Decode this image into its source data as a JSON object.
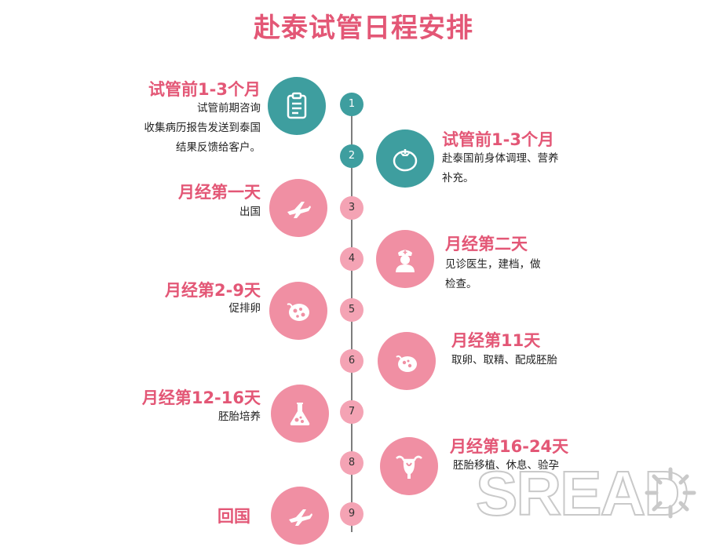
{
  "title": "赴泰试管日程安排",
  "colors": {
    "teal": "#3e9e9f",
    "pink": "#f08fa3",
    "accent": "#e35776",
    "node_teal": "#3e9e9f",
    "node_pink": "#f4a3b4"
  },
  "nodes": [
    "1",
    "2",
    "3",
    "4",
    "5",
    "6",
    "7",
    "8",
    "9"
  ],
  "steps": [
    {
      "heading": "试管前1-3个月",
      "lines": [
        "试管前期咨询",
        "收集病历报告发送到泰国",
        "结果反馈给客户。"
      ],
      "icon": "clipboard-icon"
    },
    {
      "heading": "试管前1-3个月",
      "lines": [
        "赴泰国前身体调理、营养",
        "补充。"
      ],
      "icon": "tomato-icon"
    },
    {
      "heading": "月经第一天",
      "lines": [
        "出国"
      ],
      "icon": "airplane-icon"
    },
    {
      "heading": "月经第二天",
      "lines": [
        "见诊医生，建档，做",
        "检查。"
      ],
      "icon": "nurse-icon"
    },
    {
      "heading": "月经第2-9天",
      "lines": [
        "促排卵"
      ],
      "icon": "ovary-icon"
    },
    {
      "heading": "月经第11天",
      "lines": [
        "取卵、取精、配成胚胎"
      ],
      "icon": "egg-cell-icon"
    },
    {
      "heading": "月经第12-16天",
      "lines": [
        "胚胎培养"
      ],
      "icon": "flask-icon"
    },
    {
      "heading": "月经第16-24天",
      "lines": [
        "胚胎移植、休息、验孕"
      ],
      "icon": "uterus-icon"
    },
    {
      "heading": "回国",
      "lines": [],
      "icon": "airplane-icon"
    }
  ],
  "watermark": "SREAD"
}
